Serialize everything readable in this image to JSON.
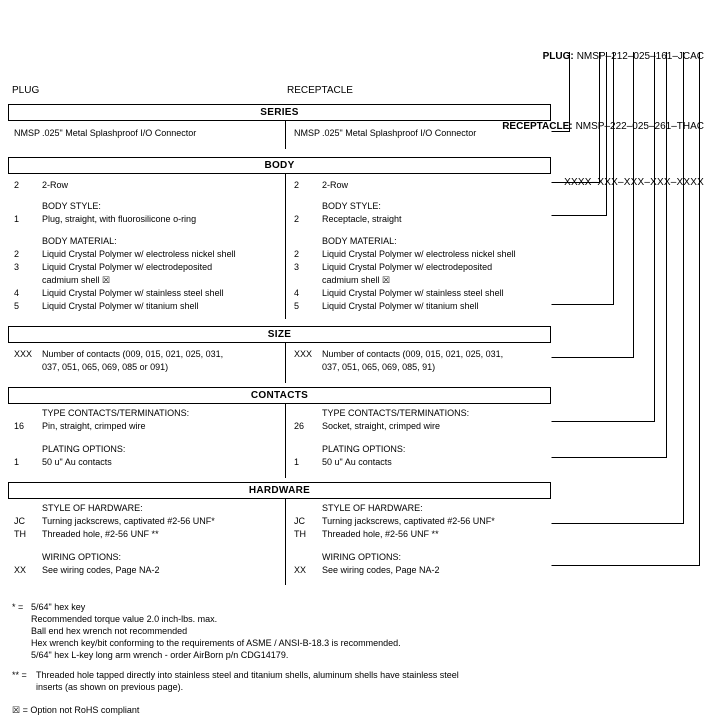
{
  "colors": {
    "ink": "#000000",
    "background": "#ffffff"
  },
  "header": {
    "plug_label": "PLUG:",
    "plug_value": "NMSP–212–025–161–JCAC",
    "receptacle_label": "RECEPTACLE:",
    "receptacle_value": "NMSP–222–025–261–THAC",
    "mask": "XXXX–XXX–XXX–XXX–XXXX"
  },
  "columns": {
    "left": "PLUG",
    "right": "RECEPTACLE"
  },
  "series": {
    "title": "SERIES",
    "left": {
      "code": "NMSP",
      "desc": ".025\" Metal Splashproof I/O Connector"
    },
    "right": {
      "code": "NMSP",
      "desc": ".025\" Metal Splashproof I/O Connector"
    }
  },
  "body": {
    "title": "BODY",
    "row": {
      "left": {
        "code": "2",
        "desc": "2-Row"
      },
      "right": {
        "code": "2",
        "desc": "2-Row"
      }
    },
    "style": {
      "label": "BODY STYLE:",
      "left": {
        "code": "1",
        "desc": "Plug, straight, with fluorosilicone o-ring"
      },
      "right": {
        "code": "2",
        "desc": "Receptacle, straight"
      }
    },
    "material": {
      "label": "BODY MATERIAL:",
      "items": [
        {
          "code": "2",
          "desc": "Liquid Crystal Polymer w/ electroless nickel shell"
        },
        {
          "code": "3",
          "desc": "Liquid Crystal Polymer w/ electrodeposited\ncadmium shell ☒"
        },
        {
          "code": "4",
          "desc": "Liquid Crystal Polymer w/ stainless steel shell"
        },
        {
          "code": "5",
          "desc": "Liquid Crystal Polymer w/ titanium shell"
        }
      ]
    }
  },
  "size": {
    "title": "SIZE",
    "left": {
      "code": "XXX",
      "desc": "Number of contacts (009, 015, 021, 025, 031,\n037, 051, 065, 069, 085 or 091)"
    },
    "right": {
      "code": "XXX",
      "desc": "Number of contacts (009, 015, 021, 025, 031,\n037, 051, 065, 069, 085, 91)"
    }
  },
  "contacts": {
    "title": "CONTACTS",
    "type": {
      "label": "TYPE CONTACTS/TERMINATIONS:",
      "left": {
        "code": "16",
        "desc": "Pin, straight, crimped wire"
      },
      "right": {
        "code": "26",
        "desc": "Socket, straight, crimped wire"
      }
    },
    "plating": {
      "label": "PLATING OPTIONS:",
      "left": {
        "code": "1",
        "desc": "50 u\" Au contacts"
      },
      "right": {
        "code": "1",
        "desc": "50 u\" Au contacts"
      }
    }
  },
  "hardware": {
    "title": "HARDWARE",
    "style": {
      "label": "STYLE OF HARDWARE:",
      "items": [
        {
          "code": "JC",
          "desc": "Turning jackscrews, captivated #2-56 UNF*"
        },
        {
          "code": "TH",
          "desc": "Threaded hole, #2-56 UNF **"
        }
      ]
    },
    "wiring": {
      "label": "WIRING OPTIONS:",
      "left": {
        "code": "XX",
        "desc": "See wiring codes, Page NA-2"
      },
      "right": {
        "code": "XX",
        "desc": "See wiring codes, Page NA-2"
      }
    }
  },
  "footnotes": {
    "star_marker": "* =",
    "star_lines": [
      "5/64\" hex key",
      "Recommended torque value 2.0 inch-lbs. max.",
      "Ball end hex wrench not recommended",
      "Hex wrench key/bit conforming to the requirements of ASME / ANSI-B-18.3 is recommended.",
      "5/64\" hex L-key long arm wrench - order AirBorn p/n CDG14179."
    ],
    "dstar_marker": "** =",
    "dstar_lines": [
      "Threaded hole tapped directly into stainless steel and titanium shells, aluminum shells have stainless steel",
      "inserts (as shown on previous page)."
    ],
    "rohs": "☒ = Option not RoHS compliant"
  }
}
